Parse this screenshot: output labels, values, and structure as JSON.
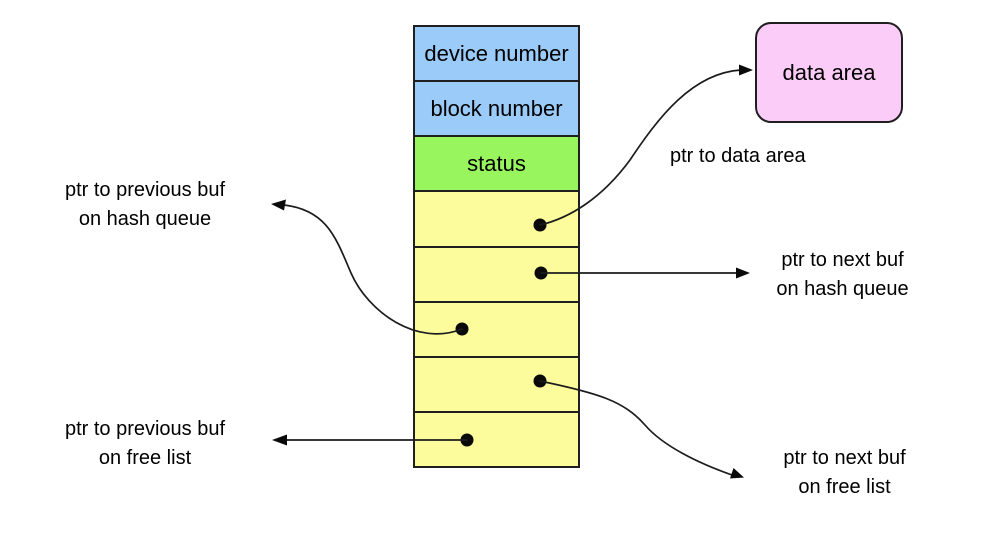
{
  "stack": {
    "cells": [
      {
        "label": "device number",
        "color": "#9BCBF8"
      },
      {
        "label": "block number",
        "color": "#9BCBF8"
      },
      {
        "label": "status",
        "color": "#99F55E"
      },
      {
        "label": "",
        "color": "#FCFC9C"
      },
      {
        "label": "",
        "color": "#FCFC9C"
      },
      {
        "label": "",
        "color": "#FCFC9C"
      },
      {
        "label": "",
        "color": "#FCFC9C"
      },
      {
        "label": "",
        "color": "#FCFC9C"
      }
    ]
  },
  "data_area": {
    "label": "data area",
    "color": "#FBCCF8"
  },
  "labels": {
    "ptr_to_data_area": "ptr to data area",
    "prev_hash": {
      "line1": "ptr to previous buf",
      "line2": "on hash queue"
    },
    "next_hash": {
      "line1": "ptr to next buf",
      "line2": "on hash queue"
    },
    "prev_free": {
      "line1": "ptr to previous buf",
      "line2": "on free list"
    },
    "next_free": {
      "line1": "ptr to next buf",
      "line2": "on free list"
    }
  },
  "colors": {
    "cell_blue": "#9BCBF8",
    "cell_green": "#99F55E",
    "cell_yellow": "#FCFC9C",
    "data_area_pink": "#FBCCF8",
    "stroke": "#1c1c1c",
    "text": "#000000"
  }
}
